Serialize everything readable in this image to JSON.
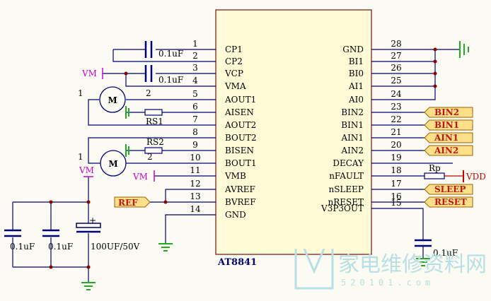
{
  "chip": {
    "name": "AT8841"
  },
  "left_pins": [
    {
      "num": "1",
      "name": "CP1"
    },
    {
      "num": "2",
      "name": "CP2"
    },
    {
      "num": "3",
      "name": "VCP"
    },
    {
      "num": "4",
      "name": "VMA"
    },
    {
      "num": "5",
      "name": "AOUT1"
    },
    {
      "num": "6",
      "name": "AISEN"
    },
    {
      "num": "7",
      "name": "AOUT2"
    },
    {
      "num": "8",
      "name": "BOUT2"
    },
    {
      "num": "9",
      "name": "BISEN"
    },
    {
      "num": "10",
      "name": "BOUT1"
    },
    {
      "num": "11",
      "name": "VMB"
    },
    {
      "num": "12",
      "name": "AVREF"
    },
    {
      "num": "13",
      "name": "BVREF"
    },
    {
      "num": "14",
      "name": "GND"
    }
  ],
  "right_pins": [
    {
      "num": "28",
      "name": "GND"
    },
    {
      "num": "27",
      "name": "BI1"
    },
    {
      "num": "26",
      "name": "BI0"
    },
    {
      "num": "25",
      "name": "AI1"
    },
    {
      "num": "24",
      "name": "AI0"
    },
    {
      "num": "23",
      "name": "BIN2"
    },
    {
      "num": "22",
      "name": "BIN1"
    },
    {
      "num": "21",
      "name": "AIN1"
    },
    {
      "num": "20",
      "name": "AIN2"
    },
    {
      "num": "19",
      "name": "DECAY"
    },
    {
      "num": "18",
      "name": "nFAULT"
    },
    {
      "num": "17",
      "name": "nSLEEP"
    },
    {
      "num": "16",
      "name": "nRESET"
    },
    {
      "num": "15",
      "name": "V3P3OUT"
    }
  ],
  "net_labels": [
    "BIN2",
    "BIN1",
    "AIN1",
    "AIN2",
    "SLEEP",
    "RESET"
  ],
  "ref_label": "REF",
  "components": {
    "cap_cp": "0.1uF",
    "cap_vcp": "0.1uF",
    "rs1": "RS1",
    "rs2": "RS2",
    "rp": "Rp",
    "vdd": "VDD",
    "cap_bulk1": "0.1uF",
    "cap_bulk2": "0.1uF",
    "cap_bulk3": "100UF/50V",
    "cap_v3p3": "0.1uF",
    "motor": "M",
    "vm": "VM",
    "num1": "1",
    "num2": "2",
    "plus": "+"
  },
  "watermark": {
    "text": "家电维修资料网",
    "url": "520101.com"
  }
}
